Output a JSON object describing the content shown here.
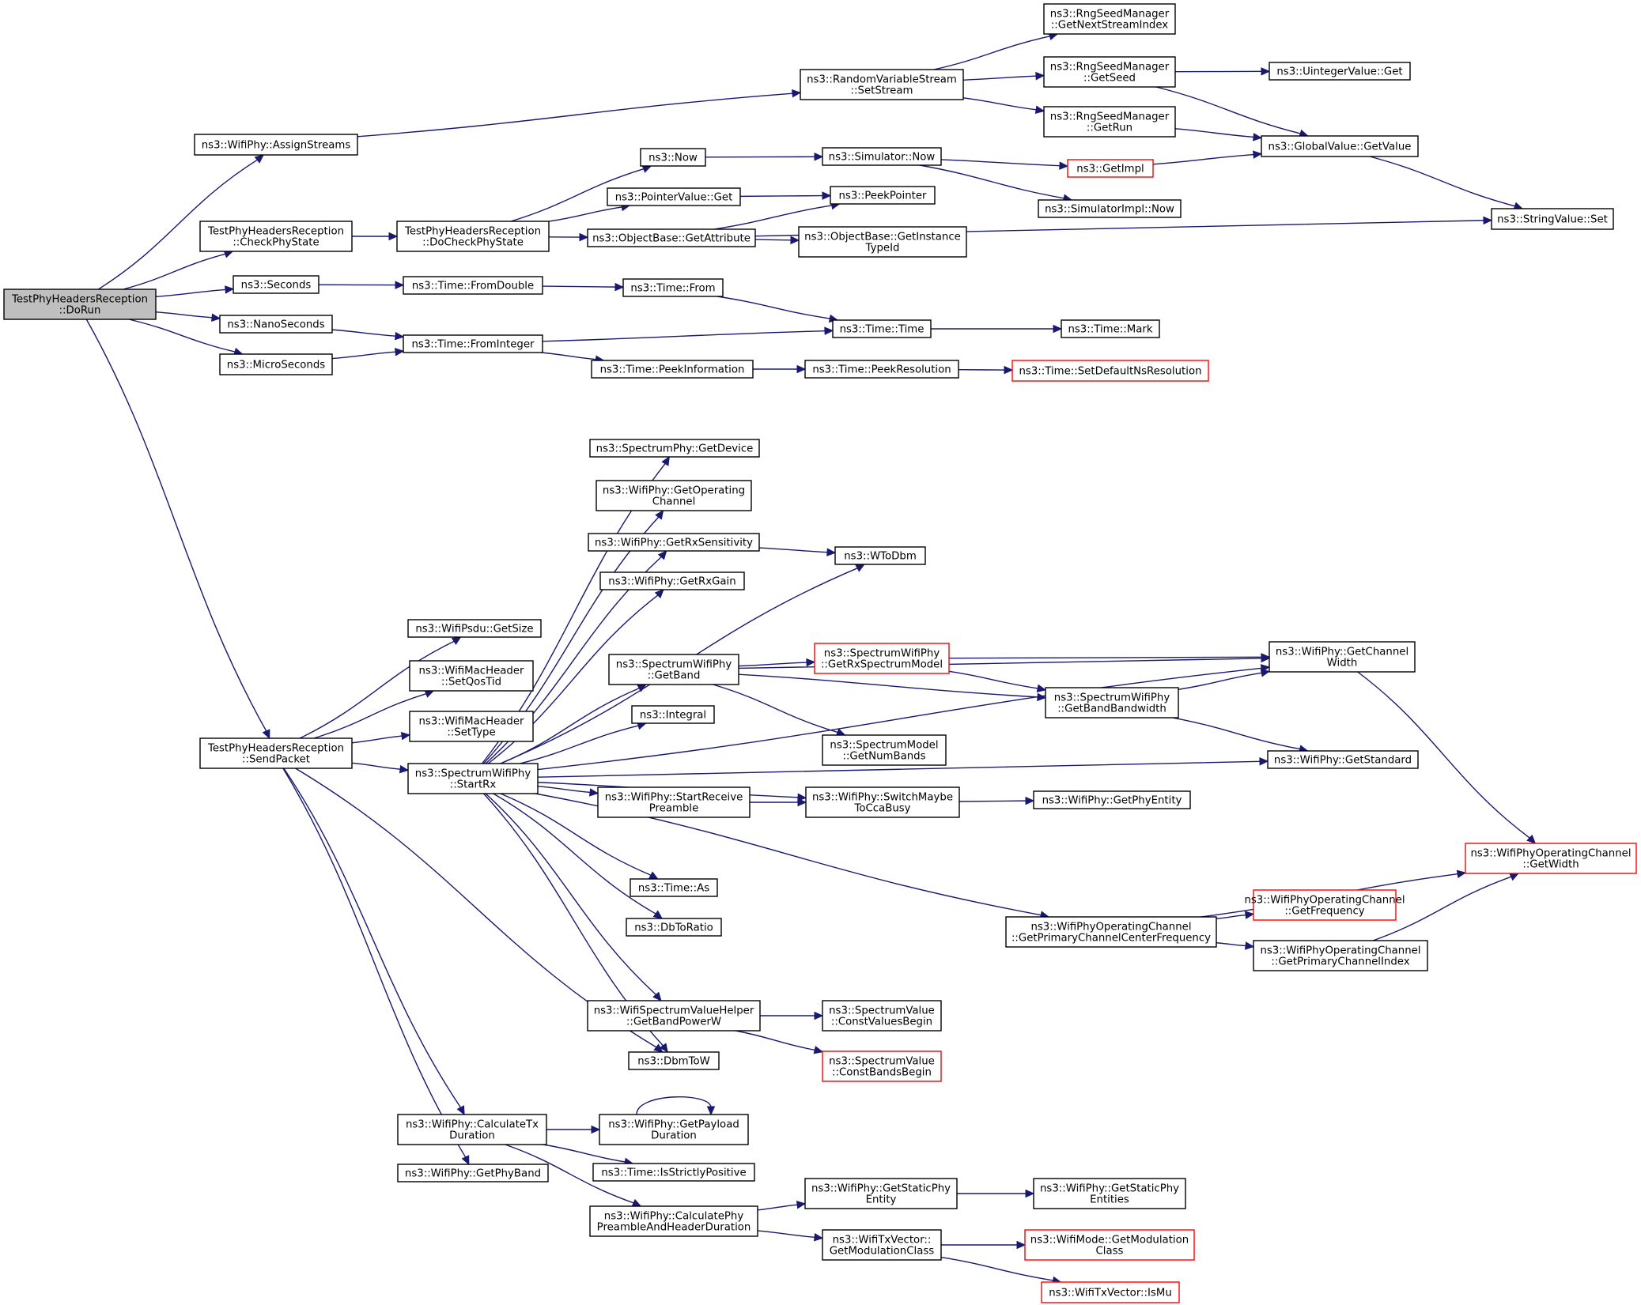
{
  "diagram": {
    "colors": {
      "edge": "#191970",
      "root_fill": "#bfbfbf",
      "truncated_border": "#ff0000",
      "node_border": "#000000",
      "node_fill": "#ffffff"
    },
    "nodes": [
      {
        "id": "dorun",
        "lines": [
          "TestPhyHeadersReception",
          "::DoRun"
        ],
        "root": true
      },
      {
        "id": "assignstreams",
        "lines": [
          "ns3::WifiPhy::AssignStreams"
        ]
      },
      {
        "id": "checkphystate",
        "lines": [
          "TestPhyHeadersReception",
          "::CheckPhyState"
        ]
      },
      {
        "id": "seconds",
        "lines": [
          "ns3::Seconds"
        ]
      },
      {
        "id": "nanoseconds",
        "lines": [
          "ns3::NanoSeconds"
        ]
      },
      {
        "id": "microseconds",
        "lines": [
          "ns3::MicroSeconds"
        ]
      },
      {
        "id": "sendpacket",
        "lines": [
          "TestPhyHeadersReception",
          "::SendPacket"
        ]
      },
      {
        "id": "rvsetstream",
        "lines": [
          "ns3::RandomVariableStream",
          "::SetStream"
        ]
      },
      {
        "id": "getnextstream",
        "lines": [
          "ns3::RngSeedManager",
          "::GetNextStreamIndex"
        ]
      },
      {
        "id": "getseed",
        "lines": [
          "ns3::RngSeedManager",
          "::GetSeed"
        ]
      },
      {
        "id": "getrun",
        "lines": [
          "ns3::RngSeedManager",
          "::GetRun"
        ]
      },
      {
        "id": "uintget",
        "lines": [
          "ns3::UintegerValue::Get"
        ]
      },
      {
        "id": "globalgetvalue",
        "lines": [
          "ns3::GlobalValue::GetValue"
        ]
      },
      {
        "id": "stringset",
        "lines": [
          "ns3::StringValue::Set"
        ]
      },
      {
        "id": "docheckphystate",
        "lines": [
          "TestPhyHeadersReception",
          "::DoCheckPhyState"
        ]
      },
      {
        "id": "now",
        "lines": [
          "ns3::Now"
        ]
      },
      {
        "id": "simnow",
        "lines": [
          "ns3::Simulator::Now"
        ]
      },
      {
        "id": "getimpl",
        "lines": [
          "ns3::GetImpl"
        ],
        "truncated": true
      },
      {
        "id": "simimplnow",
        "lines": [
          "ns3::SimulatorImpl::Now"
        ]
      },
      {
        "id": "pointerget",
        "lines": [
          "ns3::PointerValue::Get"
        ]
      },
      {
        "id": "peekpointer",
        "lines": [
          "ns3::PeekPointer"
        ]
      },
      {
        "id": "getattribute",
        "lines": [
          "ns3::ObjectBase::GetAttribute"
        ]
      },
      {
        "id": "getinstancetypeid",
        "lines": [
          "ns3::ObjectBase::GetInstance",
          "TypeId"
        ]
      },
      {
        "id": "fromdouble",
        "lines": [
          "ns3::Time::FromDouble"
        ]
      },
      {
        "id": "timefrom",
        "lines": [
          "ns3::Time::From"
        ]
      },
      {
        "id": "timetime",
        "lines": [
          "ns3::Time::Time"
        ]
      },
      {
        "id": "timemark",
        "lines": [
          "ns3::Time::Mark"
        ]
      },
      {
        "id": "frominteger",
        "lines": [
          "ns3::Time::FromInteger"
        ]
      },
      {
        "id": "peekinfo",
        "lines": [
          "ns3::Time::PeekInformation"
        ]
      },
      {
        "id": "peekres",
        "lines": [
          "ns3::Time::PeekResolution"
        ]
      },
      {
        "id": "setdefaultns",
        "lines": [
          "ns3::Time::SetDefaultNsResolution"
        ],
        "truncated": true
      },
      {
        "id": "getdevice",
        "lines": [
          "ns3::SpectrumPhy::GetDevice"
        ]
      },
      {
        "id": "getopchannel",
        "lines": [
          "ns3::WifiPhy::GetOperating",
          "Channel"
        ]
      },
      {
        "id": "getrxsens",
        "lines": [
          "ns3::WifiPhy::GetRxSensitivity"
        ]
      },
      {
        "id": "wtodbm",
        "lines": [
          "ns3::WToDbm"
        ]
      },
      {
        "id": "getrxgain",
        "lines": [
          "ns3::WifiPhy::GetRxGain"
        ]
      },
      {
        "id": "getband",
        "lines": [
          "ns3::SpectrumWifiPhy",
          "::GetBand"
        ]
      },
      {
        "id": "getrxspectrum",
        "lines": [
          "ns3::SpectrumWifiPhy",
          "::GetRxSpectrumModel"
        ],
        "truncated": true
      },
      {
        "id": "getchanwidth",
        "lines": [
          "ns3::WifiPhy::GetChannel",
          "Width"
        ]
      },
      {
        "id": "getbandbw",
        "lines": [
          "ns3::SpectrumWifiPhy",
          "::GetBandBandwidth"
        ]
      },
      {
        "id": "integral",
        "lines": [
          "ns3::Integral"
        ]
      },
      {
        "id": "getnumbands",
        "lines": [
          "ns3::SpectrumModel",
          "::GetNumBands"
        ]
      },
      {
        "id": "getstandard",
        "lines": [
          "ns3::WifiPhy::GetStandard"
        ]
      },
      {
        "id": "getsize",
        "lines": [
          "ns3::WifiPsdu::GetSize"
        ]
      },
      {
        "id": "setqostid",
        "lines": [
          "ns3::WifiMacHeader",
          "::SetQosTid"
        ]
      },
      {
        "id": "settype",
        "lines": [
          "ns3::WifiMacHeader",
          "::SetType"
        ]
      },
      {
        "id": "startrx",
        "lines": [
          "ns3::SpectrumWifiPhy",
          "::StartRx"
        ]
      },
      {
        "id": "startrecvpre",
        "lines": [
          "ns3::WifiPhy::StartReceive",
          "Preamble"
        ]
      },
      {
        "id": "switchmaybe",
        "lines": [
          "ns3::WifiPhy::SwitchMaybe",
          "ToCcaBusy"
        ]
      },
      {
        "id": "getphyentity",
        "lines": [
          "ns3::WifiPhy::GetPhyEntity"
        ]
      },
      {
        "id": "timeas",
        "lines": [
          "ns3::Time::As"
        ]
      },
      {
        "id": "dbtoratio",
        "lines": [
          "ns3::DbToRatio"
        ]
      },
      {
        "id": "getprimcenter",
        "lines": [
          "ns3::WifiPhyOperatingChannel",
          "::GetPrimaryChannelCenterFrequency"
        ]
      },
      {
        "id": "opgetwidth",
        "lines": [
          "ns3::WifiPhyOperatingChannel",
          "::GetWidth"
        ],
        "truncated": true
      },
      {
        "id": "opgetfreq",
        "lines": [
          "ns3::WifiPhyOperatingChannel",
          "::GetFrequency"
        ],
        "truncated": true
      },
      {
        "id": "opgetprimidx",
        "lines": [
          "ns3::WifiPhyOperatingChannel",
          "::GetPrimaryChannelIndex"
        ]
      },
      {
        "id": "getbandpower",
        "lines": [
          "ns3::WifiSpectrumValueHelper",
          "::GetBandPowerW"
        ]
      },
      {
        "id": "constvalbegin",
        "lines": [
          "ns3::SpectrumValue",
          "::ConstValuesBegin"
        ]
      },
      {
        "id": "constbandsbegin",
        "lines": [
          "ns3::SpectrumValue",
          "::ConstBandsBegin"
        ],
        "truncated": true
      },
      {
        "id": "dbmtow",
        "lines": [
          "ns3::DbmToW"
        ]
      },
      {
        "id": "calctxdur",
        "lines": [
          "ns3::WifiPhy::CalculateTx",
          "Duration"
        ]
      },
      {
        "id": "getpayloaddur",
        "lines": [
          "ns3::WifiPhy::GetPayload",
          "Duration"
        ]
      },
      {
        "id": "isstrictpos",
        "lines": [
          "ns3::Time::IsStrictlyPositive"
        ]
      },
      {
        "id": "getphyband",
        "lines": [
          "ns3::WifiPhy::GetPhyBand"
        ]
      },
      {
        "id": "calcpreamble",
        "lines": [
          "ns3::WifiPhy::CalculatePhy",
          "PreambleAndHeaderDuration"
        ]
      },
      {
        "id": "getstaticent",
        "lines": [
          "ns3::WifiPhy::GetStaticPhy",
          "Entity"
        ]
      },
      {
        "id": "getstaticents",
        "lines": [
          "ns3::WifiPhy::GetStaticPhy",
          "Entities"
        ]
      },
      {
        "id": "getmodclass",
        "lines": [
          "ns3::WifiTxVector::",
          "GetModulationClass"
        ]
      },
      {
        "id": "modegetmod",
        "lines": [
          "ns3::WifiMode::GetModulation",
          "Class"
        ],
        "truncated": true
      },
      {
        "id": "ismu",
        "lines": [
          "ns3::WifiTxVector::IsMu"
        ],
        "truncated": true
      }
    ],
    "edges": [
      [
        "dorun",
        "assignstreams"
      ],
      [
        "dorun",
        "checkphystate"
      ],
      [
        "dorun",
        "seconds"
      ],
      [
        "dorun",
        "nanoseconds"
      ],
      [
        "dorun",
        "microseconds"
      ],
      [
        "dorun",
        "sendpacket"
      ],
      [
        "assignstreams",
        "rvsetstream"
      ],
      [
        "rvsetstream",
        "getnextstream"
      ],
      [
        "rvsetstream",
        "getseed"
      ],
      [
        "rvsetstream",
        "getrun"
      ],
      [
        "getseed",
        "uintget"
      ],
      [
        "getseed",
        "globalgetvalue"
      ],
      [
        "getrun",
        "globalgetvalue"
      ],
      [
        "globalgetvalue",
        "stringset"
      ],
      [
        "checkphystate",
        "docheckphystate"
      ],
      [
        "docheckphystate",
        "now"
      ],
      [
        "docheckphystate",
        "pointerget"
      ],
      [
        "docheckphystate",
        "getattribute"
      ],
      [
        "now",
        "simnow"
      ],
      [
        "simnow",
        "getimpl"
      ],
      [
        "simnow",
        "simimplnow"
      ],
      [
        "getimpl",
        "globalgetvalue"
      ],
      [
        "pointerget",
        "peekpointer"
      ],
      [
        "getattribute",
        "peekpointer"
      ],
      [
        "getattribute",
        "getinstancetypeid"
      ],
      [
        "getattribute",
        "stringset"
      ],
      [
        "seconds",
        "fromdouble"
      ],
      [
        "fromdouble",
        "timefrom"
      ],
      [
        "timefrom",
        "timetime"
      ],
      [
        "timetime",
        "timemark"
      ],
      [
        "nanoseconds",
        "frominteger"
      ],
      [
        "microseconds",
        "frominteger"
      ],
      [
        "frominteger",
        "timetime"
      ],
      [
        "frominteger",
        "peekinfo"
      ],
      [
        "peekinfo",
        "peekres"
      ],
      [
        "peekres",
        "setdefaultns"
      ],
      [
        "sendpacket",
        "getsize"
      ],
      [
        "sendpacket",
        "setqostid"
      ],
      [
        "sendpacket",
        "settype"
      ],
      [
        "sendpacket",
        "startrx"
      ],
      [
        "sendpacket",
        "dbmtow"
      ],
      [
        "sendpacket",
        "calctxdur"
      ],
      [
        "sendpacket",
        "getphyband"
      ],
      [
        "startrx",
        "getdevice"
      ],
      [
        "startrx",
        "getopchannel"
      ],
      [
        "startrx",
        "getrxsens"
      ],
      [
        "startrx",
        "getrxgain"
      ],
      [
        "startrx",
        "wtodbm"
      ],
      [
        "startrx",
        "getband"
      ],
      [
        "startrx",
        "integral"
      ],
      [
        "startrx",
        "getchanwidth"
      ],
      [
        "startrx",
        "startrecvpre"
      ],
      [
        "startrx",
        "switchmaybe"
      ],
      [
        "startrx",
        "getstandard"
      ],
      [
        "startrx",
        "timeas"
      ],
      [
        "startrx",
        "dbtoratio"
      ],
      [
        "startrx",
        "getprimcenter"
      ],
      [
        "startrx",
        "getbandpower"
      ],
      [
        "startrx",
        "dbmtow"
      ],
      [
        "getrxsens",
        "wtodbm"
      ],
      [
        "getband",
        "getchanwidth"
      ],
      [
        "getband",
        "getrxspectrum"
      ],
      [
        "getband",
        "getbandbw"
      ],
      [
        "getband",
        "getnumbands"
      ],
      [
        "getrxspectrum",
        "getchanwidth"
      ],
      [
        "getrxspectrum",
        "getbandbw"
      ],
      [
        "getbandbw",
        "getchanwidth"
      ],
      [
        "getbandbw",
        "getstandard"
      ],
      [
        "getchanwidth",
        "opgetwidth"
      ],
      [
        "startrecvpre",
        "switchmaybe"
      ],
      [
        "switchmaybe",
        "getphyentity"
      ],
      [
        "getprimcenter",
        "opgetwidth"
      ],
      [
        "getprimcenter",
        "opgetfreq"
      ],
      [
        "getprimcenter",
        "opgetprimidx"
      ],
      [
        "opgetprimidx",
        "opgetwidth"
      ],
      [
        "getbandpower",
        "constvalbegin"
      ],
      [
        "getbandpower",
        "constbandsbegin"
      ],
      [
        "calctxdur",
        "getpayloaddur"
      ],
      [
        "calctxdur",
        "isstrictpos"
      ],
      [
        "calctxdur",
        "calcpreamble"
      ],
      [
        "getpayloaddur",
        "getpayloaddur"
      ],
      [
        "calcpreamble",
        "getstaticent"
      ],
      [
        "calcpreamble",
        "getmodclass"
      ],
      [
        "getstaticent",
        "getstaticents"
      ],
      [
        "getmodclass",
        "modegetmod"
      ],
      [
        "getmodclass",
        "ismu"
      ]
    ]
  }
}
